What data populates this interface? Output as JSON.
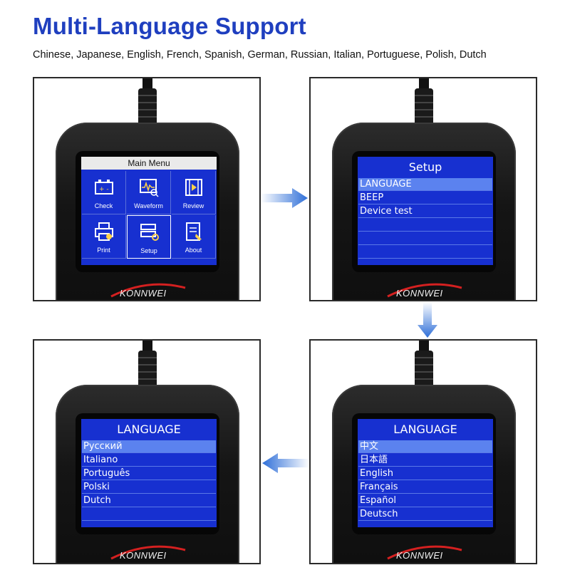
{
  "header": {
    "title": "Multi-Language Support",
    "subtitle": "Chinese, Japanese, English, French, Spanish, German, Russian, Italian, Portuguese, Polish, Dutch"
  },
  "brand": "KONNWEI",
  "panel1": {
    "menu_title": "Main Menu",
    "tiles": [
      {
        "label": "Check",
        "icon": "battery-check-icon"
      },
      {
        "label": "Waveform",
        "icon": "waveform-icon"
      },
      {
        "label": "Review",
        "icon": "film-icon"
      },
      {
        "label": "Print",
        "icon": "printer-icon"
      },
      {
        "label": "Setup",
        "icon": "setup-icon"
      },
      {
        "label": "About",
        "icon": "document-icon"
      }
    ],
    "selected": "Setup"
  },
  "panel2": {
    "title": "Setup",
    "items": [
      "LANGUAGE",
      "BEEP",
      "Device test"
    ],
    "selected_index": 0
  },
  "panel3": {
    "title": "LANGUAGE",
    "items": [
      "Русский",
      "Italiano",
      "Português",
      "Polski",
      "Dutch"
    ],
    "selected_index": 0
  },
  "panel4": {
    "title": "LANGUAGE",
    "items": [
      "中文",
      "日本語",
      "English",
      "Français",
      "Español",
      "Deutsch"
    ],
    "selected_index": 0
  },
  "colors": {
    "title": "#1f3fbf",
    "screen": "#1730d0",
    "highlight": "#5b82ef",
    "arrow": "#2f6fd8"
  }
}
